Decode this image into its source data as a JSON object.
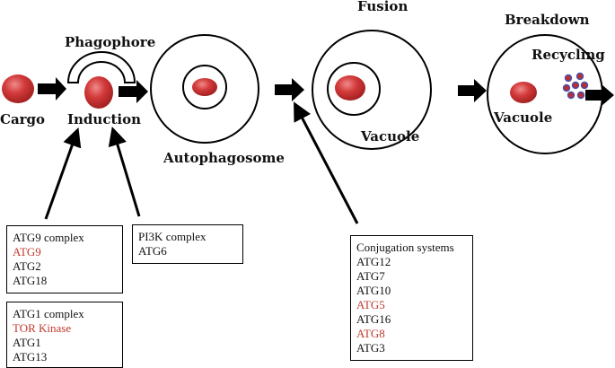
{
  "labels": {
    "cargo": "Cargo",
    "phagophore": "Phagophore",
    "induction": "Induction",
    "autophagosome": "Autophagosome",
    "fusion": "Fusion",
    "vacuole_fusion": "Vacuole",
    "breakdown": "Breakdown",
    "recycling": "Recycling",
    "vacuole_breakdown": "Vacuole"
  },
  "colors": {
    "cargo_red": "#c42b2b",
    "highlight_red": "#c0392b",
    "recycle_dot": "#4b4fa6"
  },
  "boxes": {
    "atg9": {
      "items": [
        {
          "text": "ATG9 complex",
          "highlight": false
        },
        {
          "text": "ATG9",
          "highlight": true
        },
        {
          "text": "ATG2",
          "highlight": false
        },
        {
          "text": "ATG18",
          "highlight": false
        }
      ]
    },
    "atg1": {
      "items": [
        {
          "text": "ATG1 complex",
          "highlight": false
        },
        {
          "text": "TOR Kinase",
          "highlight": true
        },
        {
          "text": "ATG1",
          "highlight": false
        },
        {
          "text": "ATG13",
          "highlight": false
        }
      ]
    },
    "pi3k": {
      "items": [
        {
          "text": "PI3K complex",
          "highlight": false
        },
        {
          "text": "ATG6",
          "highlight": false
        }
      ]
    },
    "conjugation": {
      "items": [
        {
          "text": "Conjugation systems",
          "highlight": false
        },
        {
          "text": "ATG12",
          "highlight": false
        },
        {
          "text": "ATG7",
          "highlight": false
        },
        {
          "text": "ATG10",
          "highlight": false
        },
        {
          "text": "ATG5",
          "highlight": true
        },
        {
          "text": "ATG16",
          "highlight": false
        },
        {
          "text": "ATG8",
          "highlight": true
        },
        {
          "text": "ATG3",
          "highlight": false
        }
      ]
    }
  }
}
